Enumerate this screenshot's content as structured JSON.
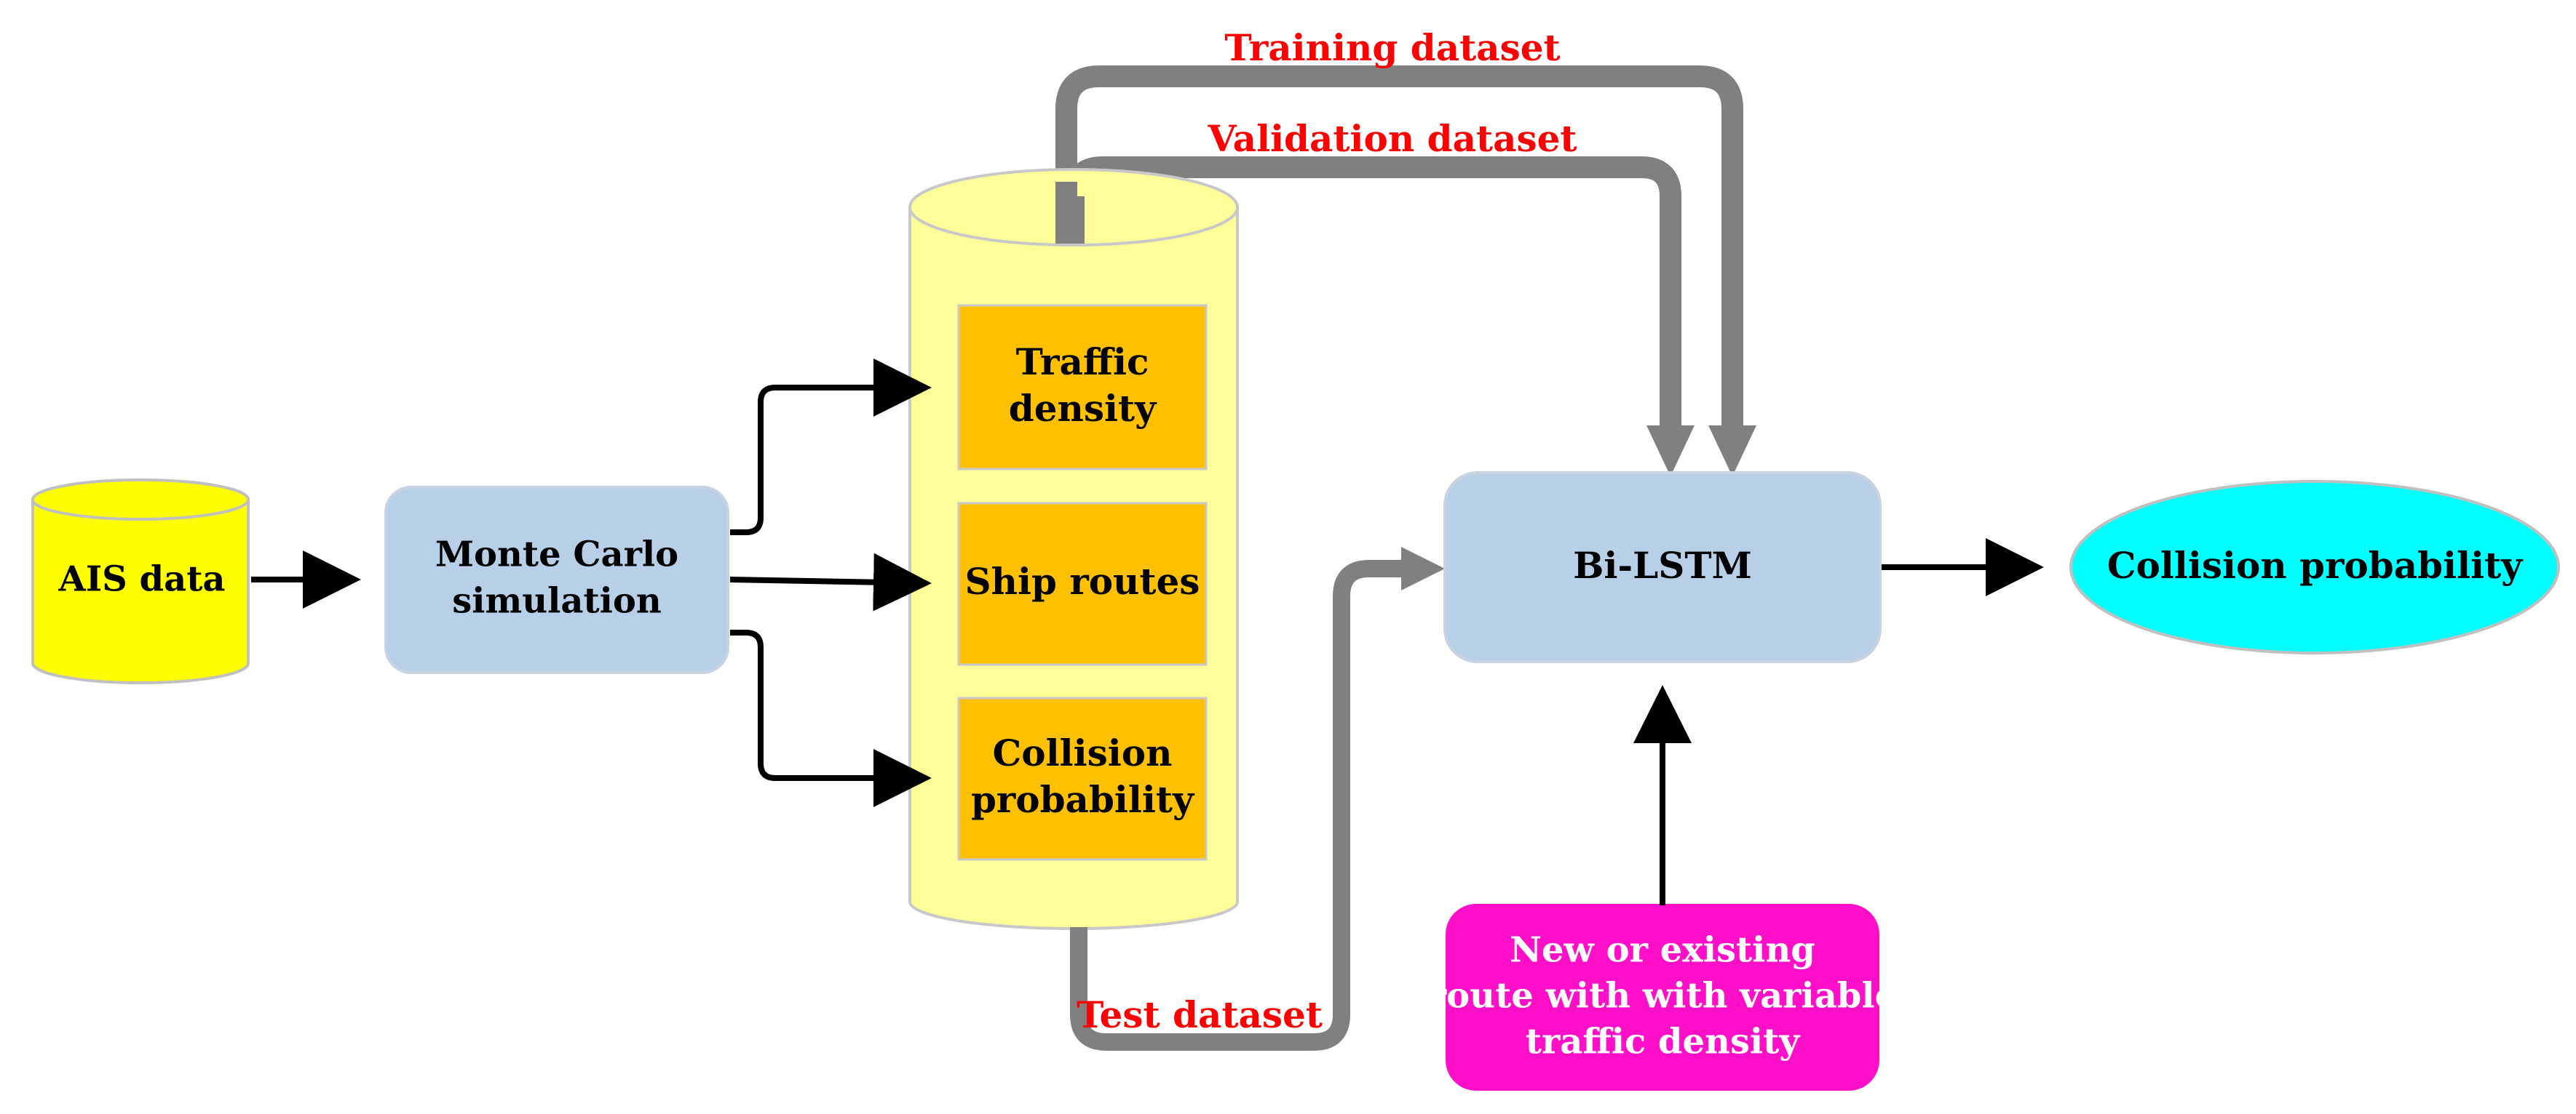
{
  "nodes": {
    "ais_data": {
      "label": "AIS data"
    },
    "monte_carlo": {
      "lines": [
        "Monte Carlo",
        "simulation"
      ]
    },
    "traffic_density": {
      "lines": [
        "Traffic",
        "density"
      ]
    },
    "ship_routes": {
      "label": "Ship routes"
    },
    "collision_probability_store": {
      "lines": [
        "Collision",
        "probability"
      ]
    },
    "bi_lstm": {
      "label": "Bi-LSTM"
    },
    "collision_probability_output": {
      "label": "Collision probability"
    },
    "new_route": {
      "lines": [
        "New or existing",
        "route with with variable",
        "traffic density"
      ]
    }
  },
  "edges": {
    "training": {
      "label": "Training dataset"
    },
    "validation": {
      "label": "Validation dataset"
    },
    "test": {
      "label": "Test dataset"
    }
  },
  "colors": {
    "ais_fill": "#ffff00",
    "cylinder_fill": "#ffff99",
    "store_box_fill": "#ffc000",
    "process_fill": "#b8cfe8",
    "output_fill": "#00ffff",
    "input_fill": "#ff10c8",
    "gray_arrow": "#808080",
    "label_red": "#ff0000"
  }
}
